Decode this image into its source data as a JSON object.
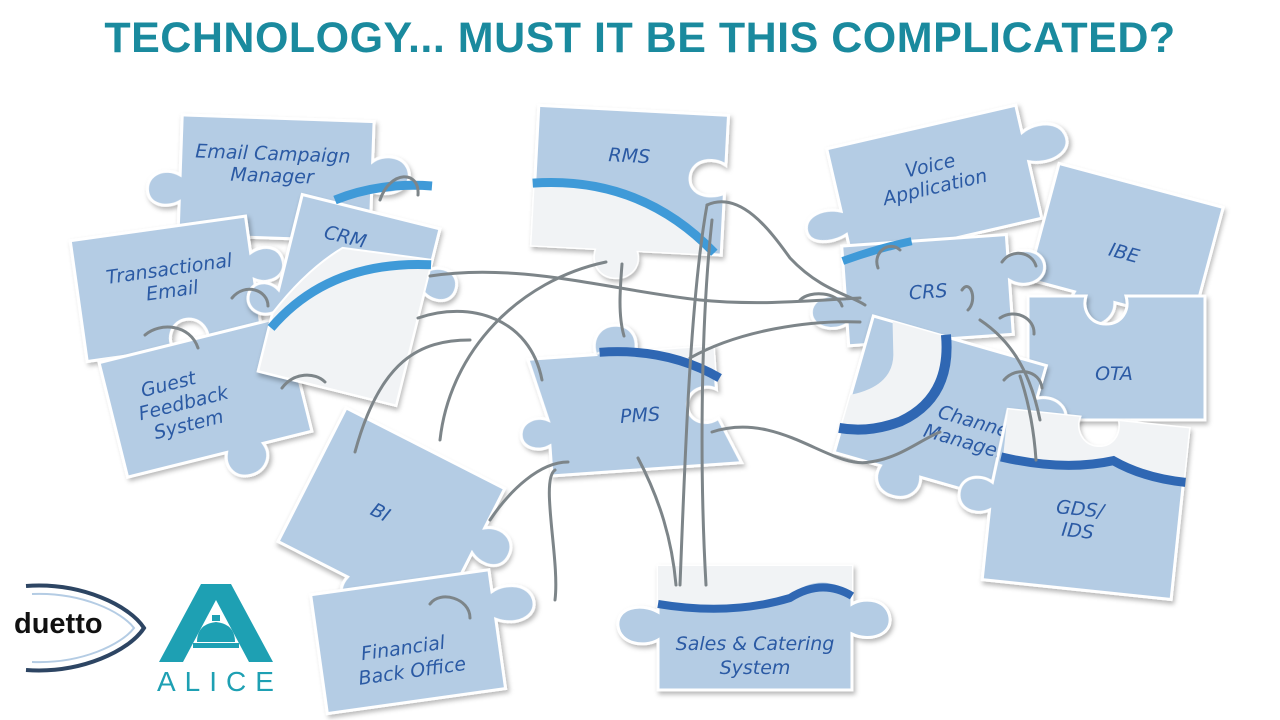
{
  "title": "TECHNOLOGY... MUST IT BE THIS COMPLICATED?",
  "colors": {
    "title": "#1a8a9e",
    "piece_fill": "#b4cce4",
    "piece_light": "#f1f3f5",
    "band_light": "#3f9ad8",
    "band_dark": "#2f67b3",
    "label": "#2b5aa4",
    "wire": "#7d8589",
    "alice": "#1ea0b3",
    "duetto_arc": "#2d4563"
  },
  "pieces": {
    "email_campaign": {
      "line1": "Email Campaign",
      "line2": "Manager"
    },
    "transactional": {
      "line1": "Transactional",
      "line2": "Email"
    },
    "guest_feedback": {
      "line1": "Guest",
      "line2": "Feedback",
      "line3": "System"
    },
    "crm": {
      "label": "CRM"
    },
    "bi": {
      "label": "BI"
    },
    "financial": {
      "line1": "Financial",
      "line2": "Back Office"
    },
    "rms": {
      "label": "RMS"
    },
    "pms": {
      "label": "PMS"
    },
    "sales_catering": {
      "line1": "Sales & Catering",
      "line2": "System"
    },
    "voice": {
      "line1": "Voice",
      "line2": "Application"
    },
    "ibe": {
      "label": "IBE"
    },
    "crs": {
      "label": "CRS"
    },
    "ota": {
      "label": "OTA"
    },
    "channel_manager": {
      "line1": "Channel",
      "line2": "Manager"
    },
    "gds": {
      "line1": "GDS/",
      "line2": "IDS"
    }
  },
  "logos": {
    "duetto": "duetto",
    "alice": "ALICE",
    "duetto_icon": "duetto-swoosh-icon",
    "alice_icon": "alice-a-bell-icon"
  }
}
